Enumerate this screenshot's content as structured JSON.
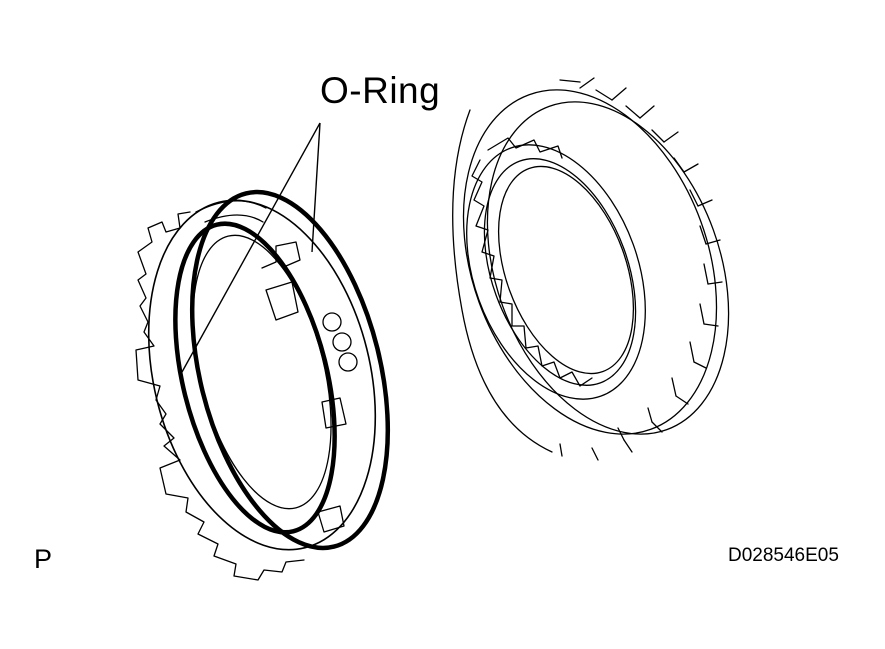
{
  "callout": {
    "label": "O-Ring"
  },
  "view_letter": "P",
  "figure_code": "D028546E05",
  "colors": {
    "line": "#000000",
    "background": "#ffffff"
  },
  "parts": [
    {
      "name": "piston-ring-part"
    },
    {
      "name": "cylinder-drum-part"
    }
  ]
}
